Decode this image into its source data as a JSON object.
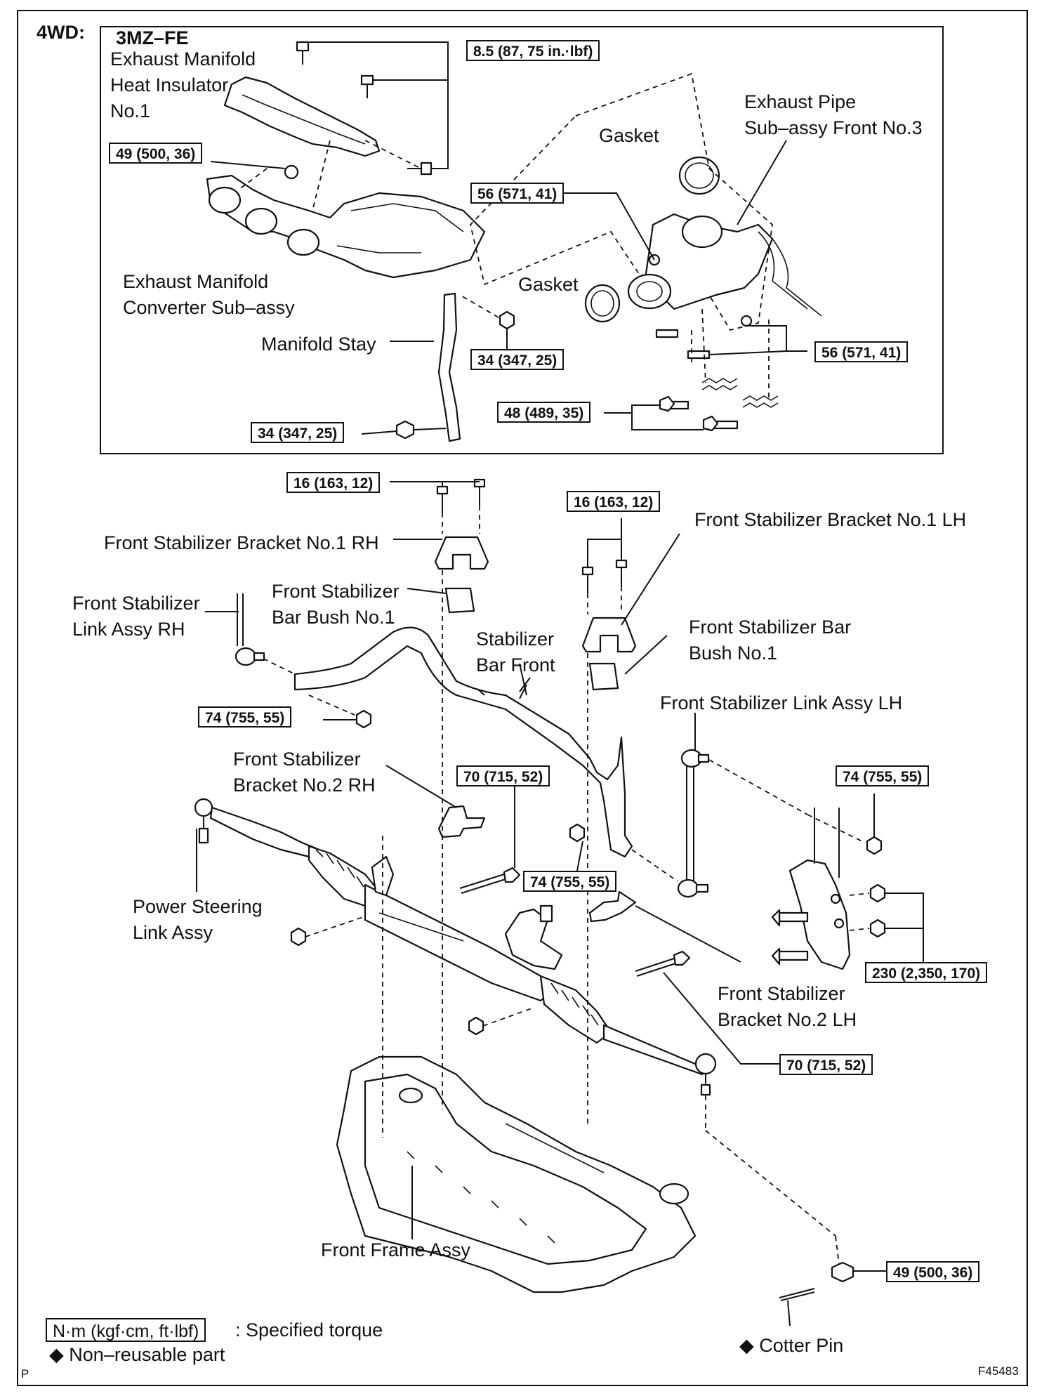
{
  "header": {
    "drive": "4WD:",
    "engine": "3MZ–FE"
  },
  "labels": {
    "heat_insulator": "Exhaust Manifold\nHeat Insulator\nNo.1",
    "exhaust_pipe": "Exhaust Pipe\nSub–assy Front No.3",
    "gasket_top": "Gasket",
    "gasket_bottom": "Gasket",
    "manifold_converter": "Exhaust Manifold\nConverter Sub–assy",
    "manifold_stay": "Manifold Stay",
    "bracket_no1_rh": "Front Stabilizer Bracket No.1 RH",
    "bracket_no1_lh": "Front Stabilizer Bracket No.1 LH",
    "link_assy_rh": "Front Stabilizer\nLink Assy RH",
    "bar_bush_rh": "Front Stabilizer\nBar Bush No.1",
    "stabilizer_bar": "Stabilizer\nBar Front",
    "bar_bush_lh": "Front Stabilizer Bar\nBush No.1",
    "link_assy_lh": "Front Stabilizer Link Assy LH",
    "bracket_no2_rh": "Front Stabilizer\nBracket No.2 RH",
    "power_steering": "Power Steering\nLink Assy",
    "bracket_no2_lh": "Front Stabilizer\nBracket No.2 LH",
    "front_frame": "Front Frame Assy",
    "cotter_pin": "◆ Cotter Pin"
  },
  "torques": {
    "t_heat_bolts": "8.5 (87, 75 in.·lbf)",
    "t_manifold_nut": "49 (500, 36)",
    "t_pipe_nut": "56 (571, 41)",
    "t_pipe_bolts": "56 (571, 41)",
    "t_stay_nut": "34 (347, 25)",
    "t_stay_bolt": "34 (347, 25)",
    "t_spring_bolts": "48 (489, 35)",
    "t_bracket_rh": "16 (163, 12)",
    "t_bracket_lh": "16 (163, 12)",
    "t_link_rh": "74 (755, 55)",
    "t_bolt_70_upper": "70 (715, 52)",
    "t_link_lh": "74 (755, 55)",
    "t_link_nut": "74 (755, 55)",
    "t_frame_nuts": "230 (2,350, 170)",
    "t_bolt_70_lower": "70 (715, 52)",
    "t_tie_rod": "49 (500, 36)"
  },
  "legend": {
    "unit": "N·m (kgf·cm, ft·lbf)",
    "specified": ": Specified torque",
    "nonreusable": "◆ Non–reusable part"
  },
  "corner": {
    "page": "P",
    "figure_id": "F45483"
  }
}
